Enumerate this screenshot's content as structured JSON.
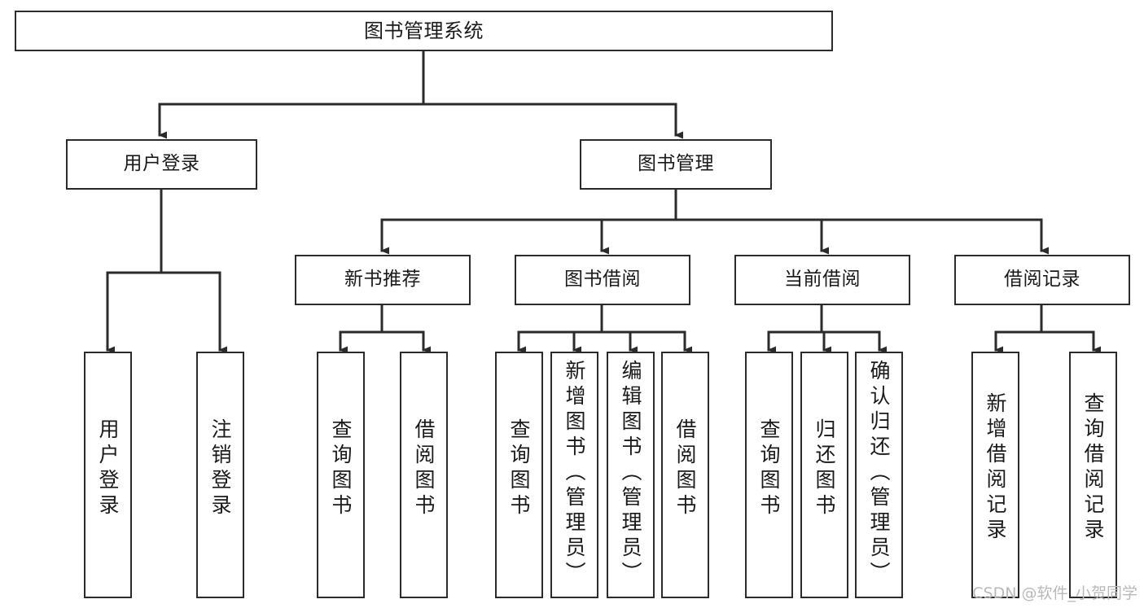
{
  "diagram": {
    "type": "tree",
    "title": "图书管理系统",
    "orientation": "top-down",
    "colors": {
      "node_border": "#2b2b2b",
      "node_fill": "#ffffff",
      "connector": "#2b2b2b",
      "text": "#1a1a1a",
      "watermark": "#b9b9b9",
      "background": "#ffffff"
    }
  },
  "root": {
    "label": "图书管理系统"
  },
  "level2": [
    {
      "label": "用户登录"
    },
    {
      "label": "图书管理"
    }
  ],
  "level3": [
    {
      "label": "新书推荐"
    },
    {
      "label": "图书借阅"
    },
    {
      "label": "当前借阅"
    },
    {
      "label": "借阅记录"
    }
  ],
  "leaves": {
    "user_login": [
      {
        "label": "用户登录"
      },
      {
        "label": "注销登录"
      }
    ],
    "new_book_recommend": [
      {
        "label": "查询图书"
      },
      {
        "label": "借阅图书"
      }
    ],
    "book_borrow": [
      {
        "label": "查询图书"
      },
      {
        "label": "新增图书（管理员）"
      },
      {
        "label": "编辑图书（管理员）"
      },
      {
        "label": "借阅图书"
      }
    ],
    "current_borrow": [
      {
        "label": "查询图书"
      },
      {
        "label": "归还图书"
      },
      {
        "label": "确认归还（管理员）"
      }
    ],
    "borrow_record": [
      {
        "label": "新增借阅记录"
      },
      {
        "label": "查询借阅记录"
      }
    ]
  },
  "watermark": {
    "text": "CSDN @软件_小贺同学"
  }
}
